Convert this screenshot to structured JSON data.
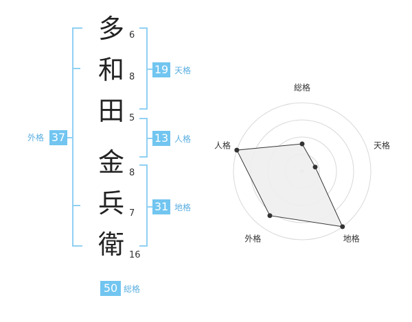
{
  "name": {
    "characters": [
      {
        "char": "多",
        "strokes": "6"
      },
      {
        "char": "和",
        "strokes": "8"
      },
      {
        "char": "田",
        "strokes": "5"
      },
      {
        "char": "金",
        "strokes": "8"
      },
      {
        "char": "兵",
        "strokes": "7"
      },
      {
        "char": "衛",
        "strokes": "16"
      }
    ]
  },
  "fortune": {
    "tenkaku": {
      "value": "19",
      "label": "天格"
    },
    "jinkaku": {
      "value": "13",
      "label": "人格"
    },
    "chikaku": {
      "value": "31",
      "label": "地格"
    },
    "gaikaku": {
      "value": "37",
      "label": "外格"
    },
    "soukaku": {
      "value": "50",
      "label": "総格"
    }
  },
  "chart_data": {
    "type": "radar",
    "axes": [
      "総格",
      "天格",
      "地格",
      "外格",
      "人格"
    ],
    "values": [
      2.0,
      1.0,
      5.0,
      4.0,
      5.0
    ],
    "range": [
      0,
      5
    ],
    "rings": 4
  },
  "colors": {
    "accent": "#71c5f0",
    "bracket": "#8fd0f3",
    "fill": "#eeeeee"
  }
}
